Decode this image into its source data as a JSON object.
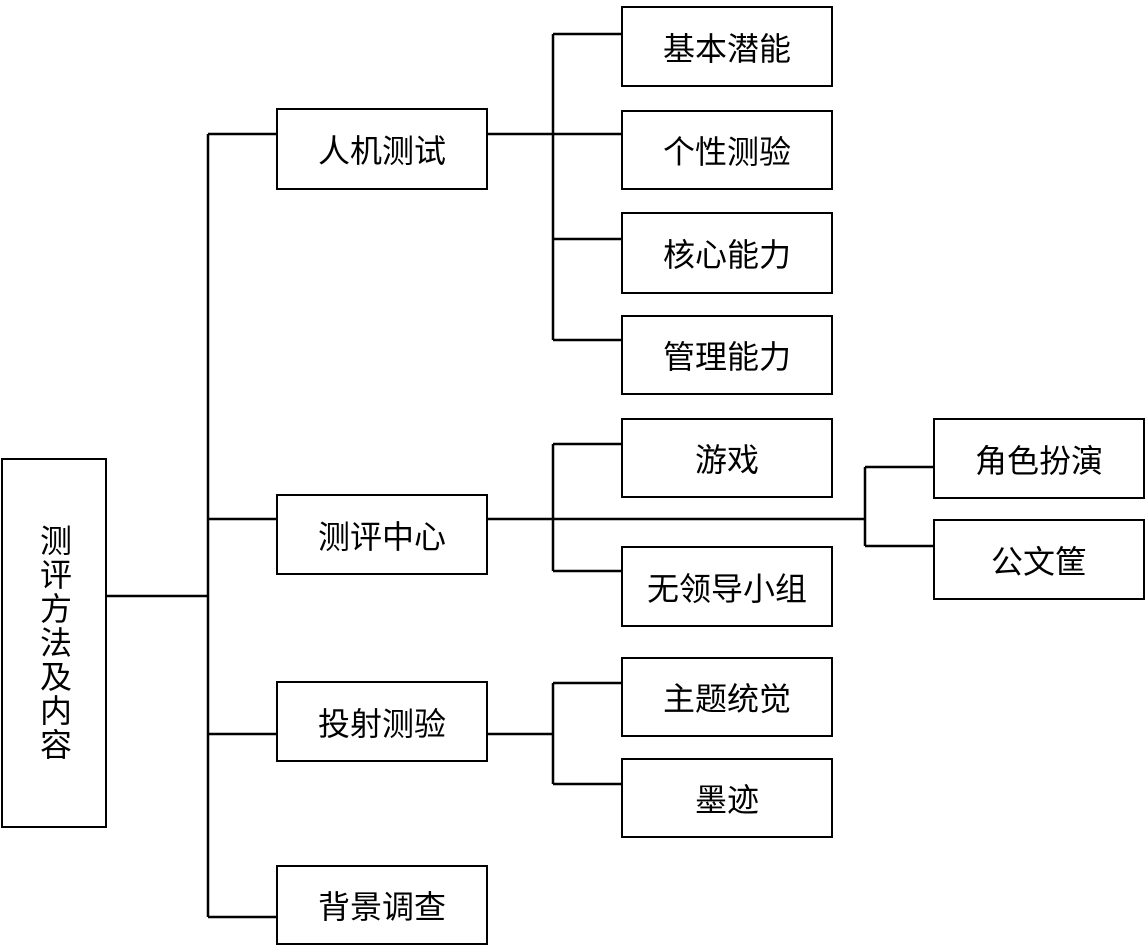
{
  "root": {
    "label": "测评方法及内容"
  },
  "level1": {
    "renji": "人机测试",
    "pingce": "测评中心",
    "toushe": "投射测验",
    "beijing": "背景调查"
  },
  "renji_children": {
    "jiben": "基本潜能",
    "gexing": "个性测验",
    "hexin": "核心能力",
    "guanli": "管理能力"
  },
  "pingce_children": {
    "youxi": "游戏",
    "wulingdao": "无领导小组",
    "juese": "角色扮演",
    "gongwen": "公文筐"
  },
  "toushe_children": {
    "zhuti": "主题统觉",
    "moji": "墨迹"
  }
}
